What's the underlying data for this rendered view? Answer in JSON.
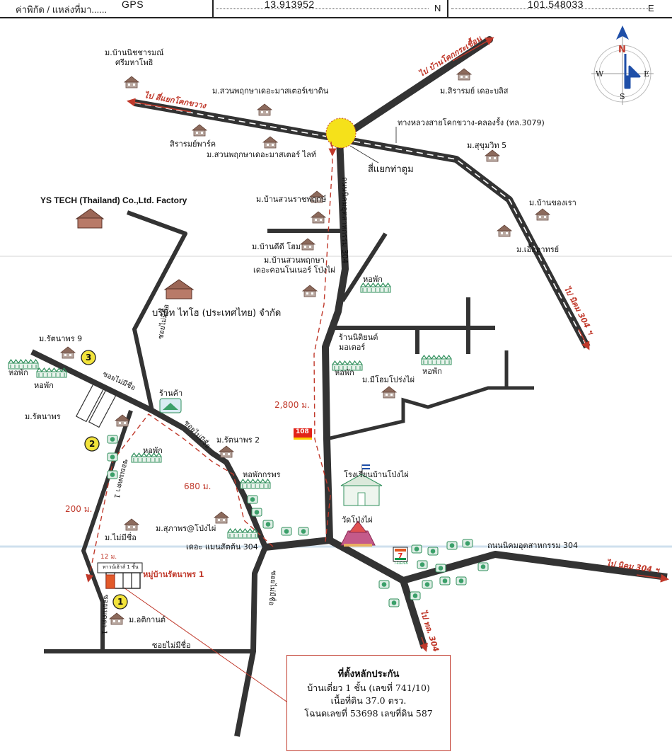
{
  "header": {
    "label": "ค่าพิกัด / แหล่งที่มา......",
    "source": "GPS",
    "north_value": "13.913952",
    "north_unit": "N",
    "east_value": "101.548033",
    "east_unit": "E"
  },
  "compass": {
    "n": "N",
    "s": "S",
    "e": "E",
    "w": "W"
  },
  "labels": {
    "to_sikhok": "ไป สี่แยกโคกขวาง",
    "to_bankhok": "ไป บ้านโคกกระเชื้อน",
    "highway": "ทางหลวงสายโคกขวาง-คลองรั้ง (ทล.3079)",
    "intersection": "สี่แยกท่าตูม",
    "road304_vertical": "ถนนนิคมอุตสาหกรรม 304",
    "road304_bottom": "ถนนนิคมอุตสาหกรรม 304",
    "to_nikhom_right": "ไป นิคม 304 ฯ",
    "to_nikhom_bottom": "ไป นิคม 304 ฯ",
    "to_tl304": "ไป ทล. 304",
    "ys_tech": "YS TECH (Thailand) Co.,Ltd. Factory",
    "taiho": "บริษัท ไทโฮ (ประเทศไทย) จำกัด",
    "soi_unnamed": "ซอยไม่มีชื่อ",
    "soi_unnamed_2": "ซอยไม่มีชื่อ",
    "soi_unnamed_3": "ซอยไม่มีชื่อ",
    "soi_unnamed_4": "ซอยไม่มีชื่อ",
    "soi_unnamed_5": "ซอยไม่มีชื่อ",
    "soi_metta_1a": "ซอยเมตตา 1",
    "soi_metta_1b": "ซอยเมตตา 1",
    "shop": "ร้านค้า",
    "shop_nitiyon": "ร้านนิติยนต์\nมอเตอร์",
    "school": "โรงเรียนบ้านโป่งไผ่",
    "temple": "วัดโป่งไผ่",
    "dorm": "หอพัก",
    "dorm_kornpon": "หอพักกรพร",
    "the_man": "เดอะ แมนสัตต้น 304",
    "ban_nitcharam": "ม.บ้านนิชชารมณ์\nศรีมหาโพธิ",
    "suan_pruksa_khaokhin": "ม.สวนพฤกษาเดอะมาสเตอร์เขาดิน",
    "sirarom_bliss": "ม.สิรารมย์ เดอะบลิส",
    "sirarom_park": "สิรารมย์พาร์ค",
    "suan_pruksa_light": "ม.สวนพฤกษาเดอะมาสเตอร์ ไลท์",
    "sukhumvit5": "ม.สุขุมวิท 5",
    "ban_suan_ratchapruek": "ม.บ้านสวนราชพฤกษ์",
    "ban_khong_rao": "ม.บ้านของเรา",
    "ban_dee_home": "ม.บ้านดีดี โฮม",
    "uea_arthorn": "ม.เอื้ออาทรย์",
    "ban_suan_pruksa_condo": "ม.บ้านสวนพฤกษา\nเดอะคอนโนเนอร์ โป่งไผ่",
    "mee_home": "ม.มีโฮมโปร่งไผ่",
    "rattanaporn9": "ม.รัตนาพร 9",
    "rattanaporn": "ม.รัตนาพร",
    "rattanaporn2": "ม.รัตนาพร 2",
    "supaporn": "ม.สุภาพร@โป่งไผ่",
    "no_name_village": "ม.ไม่มีชื่อ",
    "atikarn": "ม.อติกานต์",
    "village_rattanaporn1": "หมู่บ้านรัตนาพร 1",
    "collateral_marker": "ทาวน์เฮ้าส์ 1 ชั้น",
    "dim_12m": "12 ม.",
    "dist_2800": "2,800 ม.",
    "dist_680": "680 ม.",
    "dist_200": "200 ม.",
    "num1": "1",
    "num2": "2",
    "num3": "3",
    "seven_eleven": "7-ELEVEN",
    "store108": "108"
  },
  "info_box": {
    "title": "ที่ตั้งหลักประกัน",
    "line1": "บ้านเดี่ยว 1 ชั้น (เลขที่ 741/10)",
    "line2": "เนื้อที่ดิน 37.0 ตรว.",
    "line3": "โฉนดเลขที่ 53698 เลขที่ดิน 587"
  },
  "colors": {
    "road": "#333333",
    "route": "#c0392b",
    "intersection": "#f5e11a",
    "marker_yellow": "#f2e33b",
    "compass_blue": "#1f4fa8",
    "tree_green": "#2f8f5b"
  }
}
